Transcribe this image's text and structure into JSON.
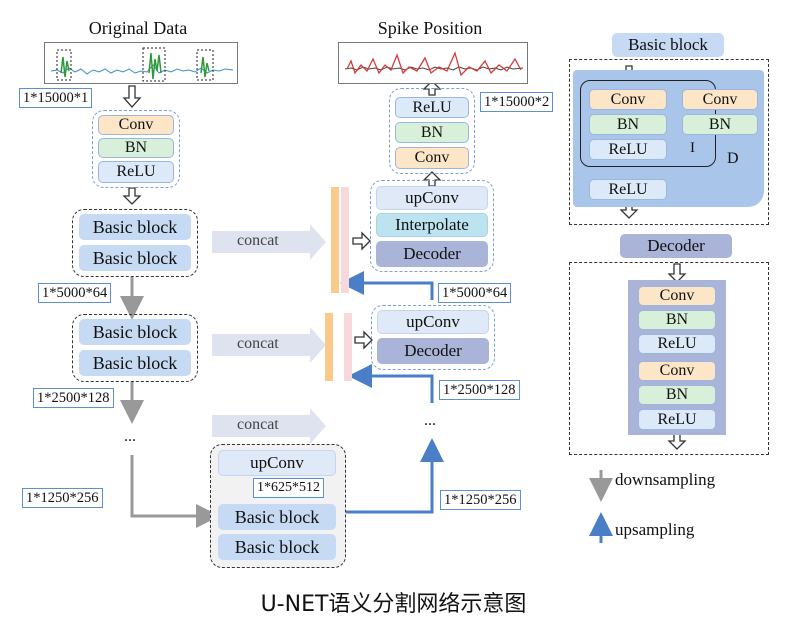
{
  "titles": {
    "original_data": "Original Data",
    "spike_position": "Spike Position",
    "basic_block": "Basic block",
    "decoder": "Decoder"
  },
  "layers": {
    "conv": "Conv",
    "bn": "BN",
    "relu": "ReLU",
    "basic_block": "Basic block",
    "upconv": "upConv",
    "interpolate": "Interpolate",
    "decoder": "Decoder",
    "concat": "concat",
    "ellipsis": "..."
  },
  "dims": {
    "input": "1*15000*1",
    "output": "1*15000*2",
    "d5000_left": "1*5000*64",
    "d2500_left": "1*2500*128",
    "d1250_left": "1*1250*256",
    "d625": "1*625*512",
    "d1250_right": "1*1250*256",
    "d2500_right": "1*2500*128",
    "d5000_right": "1*5000*64"
  },
  "basic_block_detail": {
    "identity_mark": "I",
    "d_mark": "D"
  },
  "legend": {
    "downsampling": "downsampling",
    "upsampling": "upsampling"
  },
  "caption": "U-NET语义分割网络示意图",
  "colors": {
    "conv": "#fde5c8",
    "bn": "#d8f0d9",
    "relu": "#dbe9f8",
    "basic_block": "#c7daf3",
    "decoder": "#a9b4d8",
    "interpolate": "#bde3f0",
    "concat_orange": "#fbc98a",
    "concat_pink": "#f7d9dd",
    "down_arrow": "#999999",
    "up_arrow": "#4a7fc8"
  }
}
